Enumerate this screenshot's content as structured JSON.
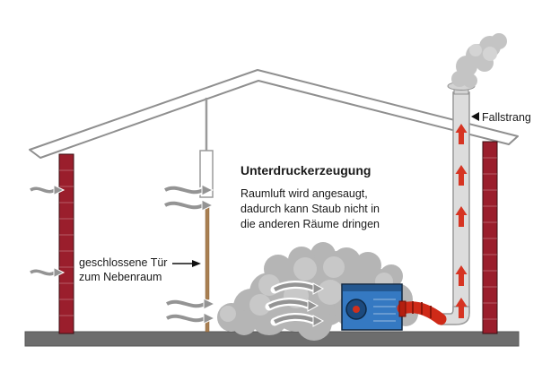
{
  "diagram": {
    "title": "Unterdruckerzeugung",
    "description_lines": [
      "Raumluft wird angesaugt,",
      "dadurch kann Staub nicht in",
      "die anderen Räume dringen"
    ],
    "door_label_lines": [
      "geschlossene Tür",
      "zum Nebenraum"
    ],
    "pipe_label": "Fallstrang",
    "colors": {
      "wall_red": "#9a1e2c",
      "ground_gray": "#6d6d6d",
      "roof_gray": "#8f8f8f",
      "pipe_gray": "#dcdcdc",
      "unit_blue": "#3579c2",
      "unit_blue_dark": "#24578f",
      "hose_red": "#cf2a18",
      "arrow_red": "#d63422",
      "smoke_gray": "#c4c4c4",
      "dust_gray": "#b5b5b5",
      "flow_arrow_gray": "#949494",
      "text_black": "#1a1a1a"
    }
  }
}
